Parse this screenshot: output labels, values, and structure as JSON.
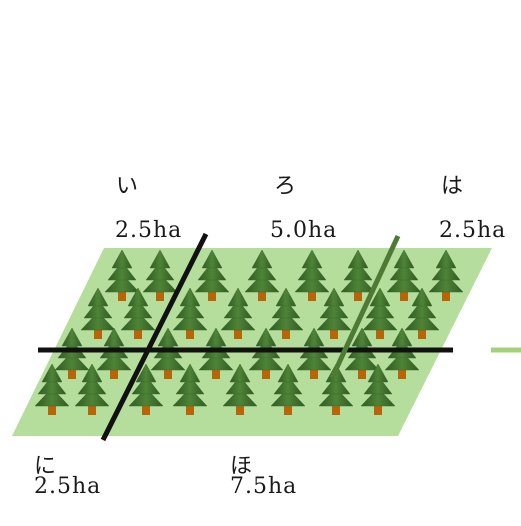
{
  "colors": {
    "field_fill": "#b5dd9c",
    "tree_foliage": "#3d6b2c",
    "tree_foliage_light": "#5a8f3f",
    "tree_trunk": "#b8650a",
    "boundary_line": "#111111",
    "diagonal_green": "#4e7a36",
    "legend_dash": "#a4d27a"
  },
  "parcels": [
    {
      "name": "い",
      "area": "2.5ha"
    },
    {
      "name": "ろ",
      "area": "5.0ha"
    },
    {
      "name": "は",
      "area": "2.5ha"
    },
    {
      "name": "に",
      "area": "2.5ha"
    },
    {
      "name": "ほ",
      "area": "7.5ha"
    }
  ],
  "icons": {
    "tree": "conifer-tree-icon"
  }
}
